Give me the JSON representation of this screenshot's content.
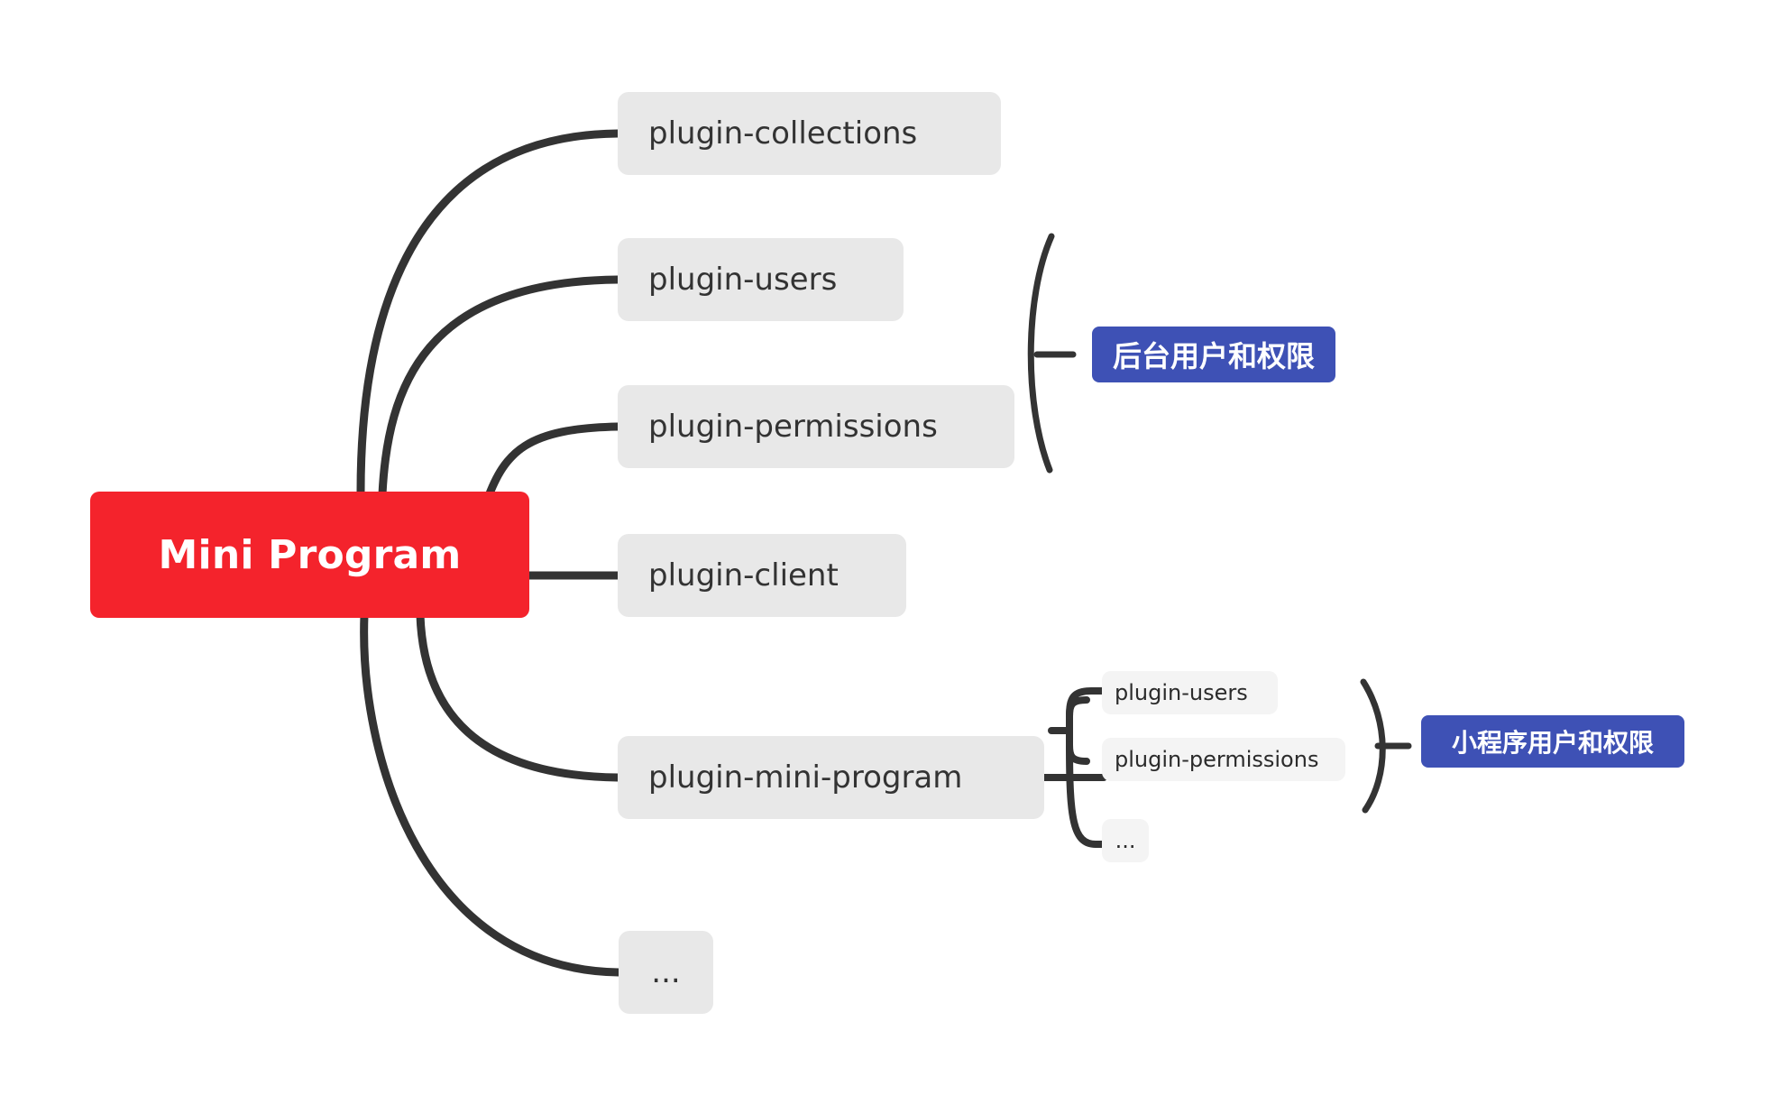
{
  "diagram": {
    "type": "mind-map",
    "title": "Mini Program plugin architecture",
    "background_color": "#FFFFFF",
    "colors": {
      "root_fill": "#F4232C",
      "root_text": "#FFFFFF",
      "branch_fill": "#E8E8E8",
      "branch_text": "#333333",
      "leaf_fill": "#F4F4F4",
      "leaf_text": "#2B2B2B",
      "badge_fill": "#3E51B5",
      "badge_text": "#FFFFFF",
      "edge_stroke": "#333333"
    }
  },
  "root": {
    "label": "Mini Program"
  },
  "branches": [
    {
      "label": "plugin-collections"
    },
    {
      "label": "plugin-users"
    },
    {
      "label": "plugin-permissions"
    },
    {
      "label": "plugin-client"
    },
    {
      "label": "plugin-mini-program"
    },
    {
      "label": "..."
    }
  ],
  "sub_nodes": [
    {
      "label": "plugin-users"
    },
    {
      "label": "plugin-permissions"
    },
    {
      "label": "..."
    }
  ],
  "badges": [
    {
      "label": "后台用户和权限"
    },
    {
      "label": "小程序用户和权限"
    }
  ]
}
